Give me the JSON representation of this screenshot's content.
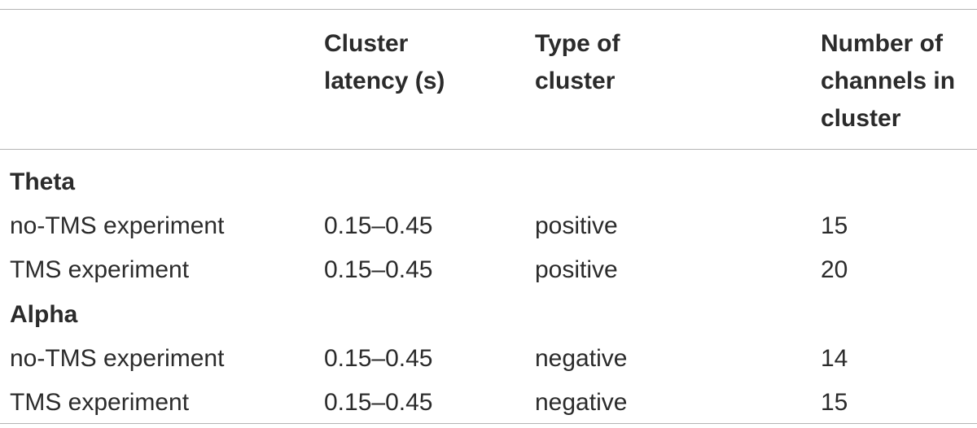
{
  "table": {
    "headers": {
      "col1": "",
      "col2": [
        "Cluster",
        "latency (s)"
      ],
      "col3": [
        "Type of",
        "cluster"
      ],
      "col4": [
        "Number of",
        "channels in",
        "cluster"
      ]
    },
    "groups": [
      {
        "label": "Theta",
        "rows": [
          {
            "condition": "no-TMS experiment",
            "latency": "0.15–0.45",
            "type": "positive",
            "channels": "15"
          },
          {
            "condition": "TMS experiment",
            "latency": "0.15–0.45",
            "type": "positive",
            "channels": "20"
          }
        ]
      },
      {
        "label": "Alpha",
        "rows": [
          {
            "condition": "no-TMS experiment",
            "latency": "0.15–0.45",
            "type": "negative",
            "channels": "14"
          },
          {
            "condition": "TMS experiment",
            "latency": "0.15–0.45",
            "type": "negative",
            "channels": "15"
          }
        ]
      }
    ]
  }
}
